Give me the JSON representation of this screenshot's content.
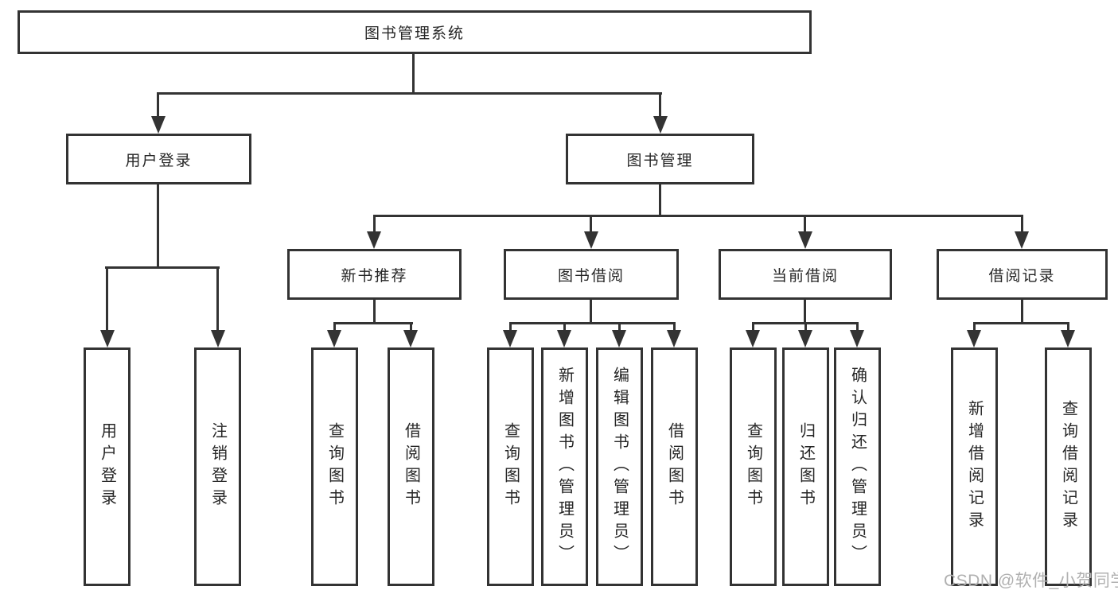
{
  "tree": {
    "root": {
      "label": "图书管理系统"
    },
    "branches": [
      {
        "label": "用户登录",
        "children": [
          {
            "label": "用户登录"
          },
          {
            "label": "注销登录"
          }
        ]
      },
      {
        "label": "图书管理",
        "groups": [
          {
            "label": "新书推荐",
            "children": [
              {
                "label": "查询图书"
              },
              {
                "label": "借阅图书"
              }
            ]
          },
          {
            "label": "图书借阅",
            "children": [
              {
                "label": "查询图书"
              },
              {
                "label": "新增图书（管理员）"
              },
              {
                "label": "编辑图书（管理员）"
              },
              {
                "label": "借阅图书"
              }
            ]
          },
          {
            "label": "当前借阅",
            "children": [
              {
                "label": "查询图书"
              },
              {
                "label": "归还图书"
              },
              {
                "label": "确认归还（管理员）"
              }
            ]
          },
          {
            "label": "借阅记录",
            "children": [
              {
                "label": "新增借阅记录"
              },
              {
                "label": "查询借阅记录"
              }
            ]
          }
        ]
      }
    ]
  },
  "watermark": {
    "text": "CSDN @软件_小贺同学"
  },
  "colors": {
    "line": "#333333",
    "text": "#262626",
    "watermark": "#b0b0b0",
    "background": "#ffffff"
  }
}
